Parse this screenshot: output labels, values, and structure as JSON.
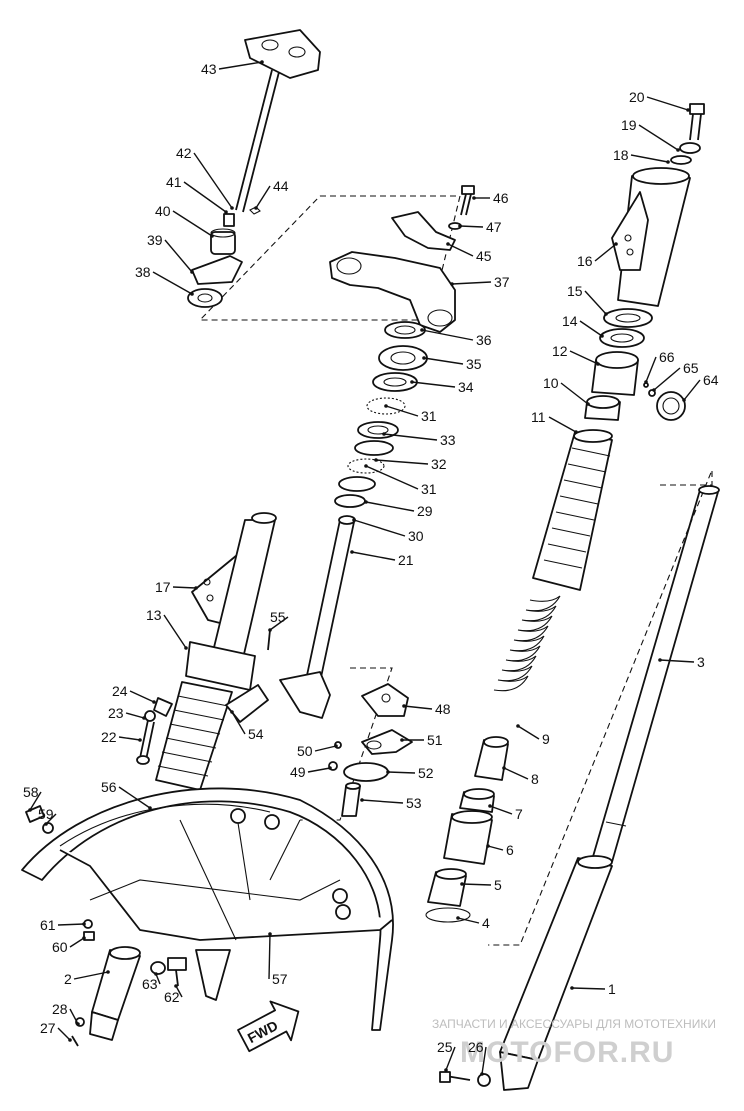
{
  "diagram": {
    "type": "exploded-parts-diagram",
    "direction_label": "FWD",
    "watermark": {
      "text": "ЗАПЧАСТИ И АКСЕССУАРЫ ДЛЯ МОТОТЕХНИКИ",
      "logo": "MOTOFOR.RU"
    },
    "callouts": [
      "1",
      "2",
      "3",
      "4",
      "5",
      "6",
      "7",
      "8",
      "9",
      "10",
      "11",
      "12",
      "13",
      "14",
      "15",
      "16",
      "17",
      "18",
      "19",
      "20",
      "21",
      "22",
      "23",
      "24",
      "25",
      "26",
      "27",
      "28",
      "29",
      "30",
      "31",
      "31",
      "32",
      "33",
      "34",
      "35",
      "36",
      "37",
      "38",
      "39",
      "40",
      "41",
      "42",
      "43",
      "44",
      "45",
      "46",
      "47",
      "48",
      "49",
      "50",
      "51",
      "52",
      "53",
      "54",
      "55",
      "56",
      "57",
      "58",
      "59",
      "60",
      "61",
      "62",
      "63",
      "64",
      "65",
      "66"
    ]
  }
}
